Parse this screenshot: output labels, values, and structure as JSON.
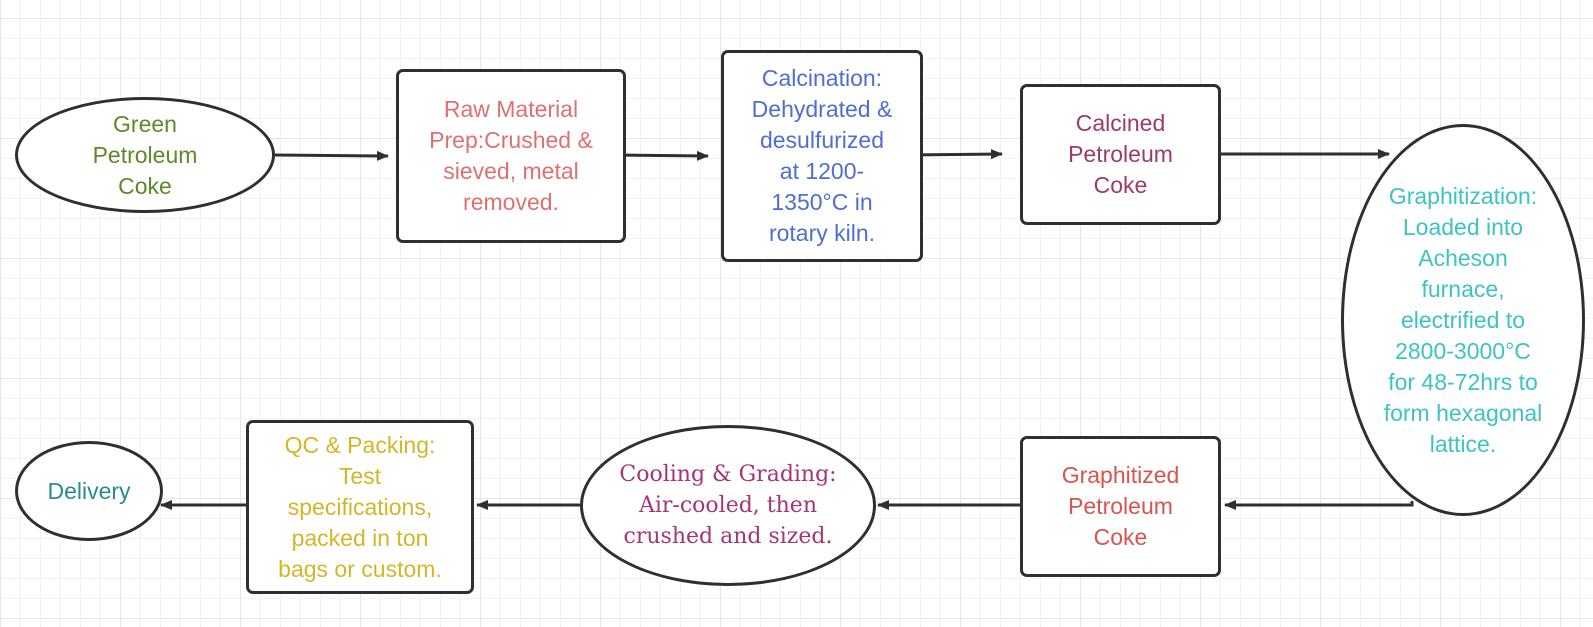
{
  "nodes": {
    "green_coke": {
      "text": "Green\nPetroleum\nCoke",
      "color": "#5c8a2a"
    },
    "raw_material": {
      "text": "Raw Material\nPrep:Crushed &\nsieved, metal\nremoved.",
      "color": "#e07070"
    },
    "calcination": {
      "text": "Calcination:\nDehydrated &\ndesulfurized\nat 1200-\n1350°C in\nrotary kiln.",
      "color": "#4f6fd0"
    },
    "calcined_coke": {
      "text": "Calcined\nPetroleum\nCoke",
      "color": "#9b3b6c"
    },
    "graphitization": {
      "text": "Graphitization:\nLoaded into\nAcheson\nfurnace,\nelectrified to\n2800-3000°C\nfor 48-72hrs to\nform hexagonal\nlattice.",
      "color": "#3ec3c3"
    },
    "graphitized_coke": {
      "text": "Graphitized\nPetroleum\nCoke",
      "color": "#d9534f"
    },
    "cooling_grading": {
      "text": "Cooling & Grading:\nAir-cooled, then\ncrushed and sized.",
      "color": "#a3357a"
    },
    "qc_packing": {
      "text": "QC & Packing:\nTest\nspecifications,\npacked in ton\nbags or custom.",
      "color": "#d4b628"
    },
    "delivery": {
      "text": "Delivery",
      "color": "#2a8a8f"
    }
  },
  "colors": {
    "border": "#2f2f2f",
    "arrow": "#2f2f2f"
  }
}
